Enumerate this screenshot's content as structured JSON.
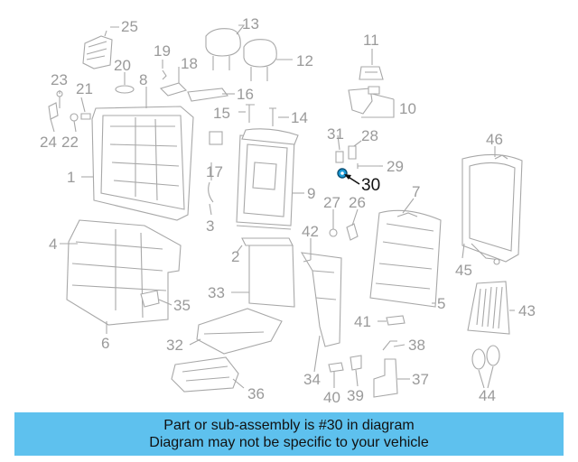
{
  "diagram": {
    "highlight_color": "#1b9ad6",
    "highlighted_part": "30",
    "callouts": [
      {
        "id": "1"
      },
      {
        "id": "2"
      },
      {
        "id": "3"
      },
      {
        "id": "4"
      },
      {
        "id": "5"
      },
      {
        "id": "6"
      },
      {
        "id": "7"
      },
      {
        "id": "8"
      },
      {
        "id": "9"
      },
      {
        "id": "10"
      },
      {
        "id": "11"
      },
      {
        "id": "12"
      },
      {
        "id": "13"
      },
      {
        "id": "14"
      },
      {
        "id": "15"
      },
      {
        "id": "16"
      },
      {
        "id": "17"
      },
      {
        "id": "18"
      },
      {
        "id": "19"
      },
      {
        "id": "20"
      },
      {
        "id": "21"
      },
      {
        "id": "22"
      },
      {
        "id": "23"
      },
      {
        "id": "24"
      },
      {
        "id": "25"
      },
      {
        "id": "26"
      },
      {
        "id": "27"
      },
      {
        "id": "28"
      },
      {
        "id": "29"
      },
      {
        "id": "30"
      },
      {
        "id": "31"
      },
      {
        "id": "32"
      },
      {
        "id": "33"
      },
      {
        "id": "34"
      },
      {
        "id": "35"
      },
      {
        "id": "36"
      },
      {
        "id": "37"
      },
      {
        "id": "38"
      },
      {
        "id": "39"
      },
      {
        "id": "40"
      },
      {
        "id": "41"
      },
      {
        "id": "42"
      },
      {
        "id": "43"
      },
      {
        "id": "44"
      },
      {
        "id": "45"
      },
      {
        "id": "46"
      }
    ]
  },
  "footer": {
    "line1": "Part or sub-assembly is #30 in diagram",
    "line2": "Diagram may not be specific to your vehicle",
    "background": "#5ec1ee"
  }
}
